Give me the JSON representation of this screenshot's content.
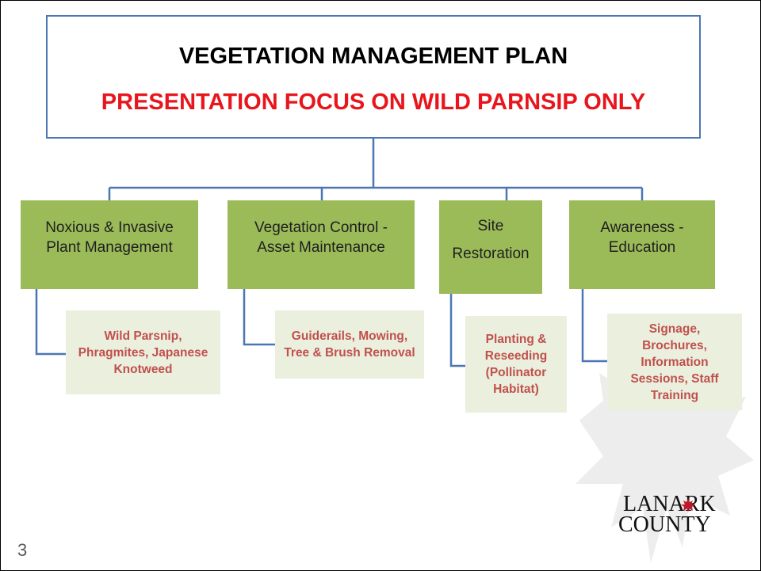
{
  "header": {
    "title": "VEGETATION MANAGEMENT PLAN",
    "subtitle": "PRESENTATION FOCUS ON WILD PARNSIP ONLY"
  },
  "branches": [
    {
      "label": "Noxious & Invasive Plant Management",
      "detail": "Wild Parsnip, Phragmites, Japanese Knotweed"
    },
    {
      "label": "Vegetation Control - Asset Maintenance",
      "detail": "Guiderails, Mowing, Tree & Brush Removal"
    },
    {
      "label": "Site Restoration",
      "detail": "Planting & Reseeding (Pollinator Habitat)"
    },
    {
      "label": "Awareness - Education",
      "detail": "Signage, Brochures, Information Sessions, Staff Training"
    }
  ],
  "logo": {
    "line1": "LANARK",
    "line2": "COUNTY"
  },
  "footer": {
    "page_number": "3"
  },
  "colors": {
    "title_border": "#4a77b4",
    "subtitle_red": "#e8161c",
    "branch_green": "#9bbb59",
    "detail_bg": "#ebf0de",
    "detail_text": "#c0504d",
    "connector": "#4a77b4"
  }
}
